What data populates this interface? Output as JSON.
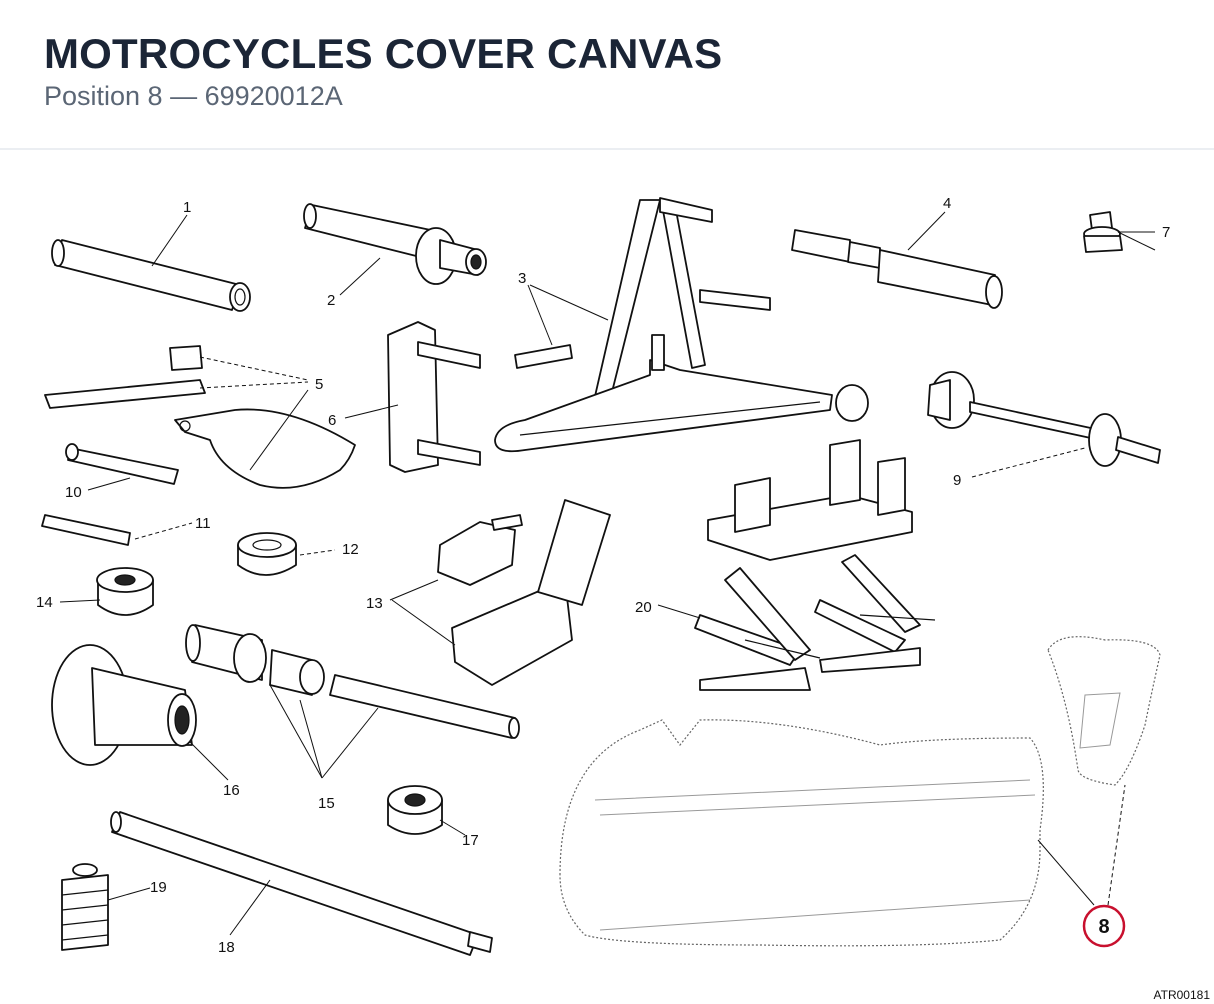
{
  "header": {
    "title": "MOTROCYCLES COVER CANVAS",
    "subtitle": "Position 8 — 69920012A"
  },
  "diagram": {
    "callouts": [
      "1",
      "2",
      "3",
      "4",
      "5",
      "6",
      "7",
      "8",
      "9",
      "10",
      "11",
      "12",
      "13",
      "14",
      "15",
      "16",
      "17",
      "18",
      "19",
      "20"
    ],
    "highlighted_position": "8",
    "highlight_color": "#c8102e",
    "ref_code": "ATR00181"
  }
}
